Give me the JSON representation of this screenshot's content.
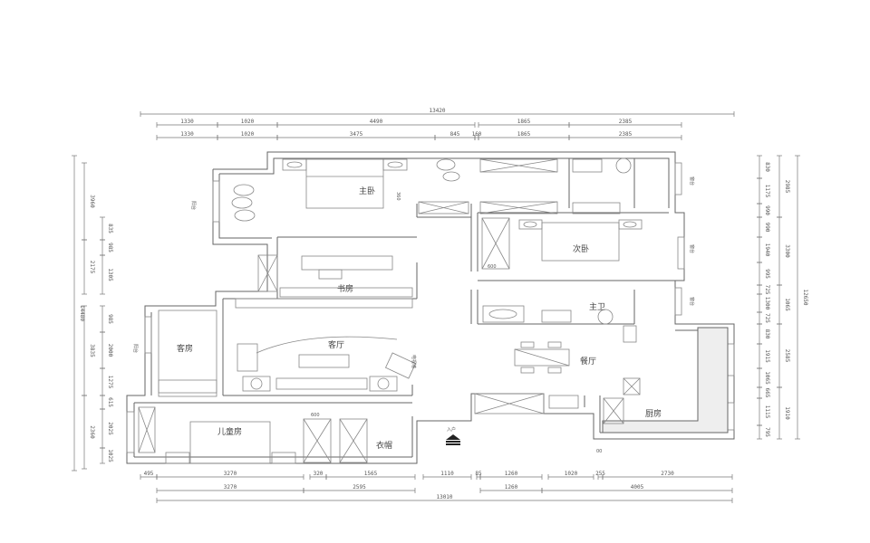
{
  "title": "平面布置图",
  "rooms": {
    "master_bedroom": "主卧",
    "study": "书房",
    "second_bedroom": "次卧",
    "bathroom": "主卫",
    "living_room": "客厅",
    "dining_room": "餐厅",
    "kitchen": "厨房",
    "west_room": "客房",
    "child_room": "儿童房",
    "cloakroom": "衣帽",
    "entrance": "入户",
    "balcony_left_1": "阳台",
    "balcony_left_2": "阳台",
    "balcony_right_1": "窗台",
    "balcony_right_2": "窗台",
    "balcony_right_3": "窗台",
    "tv_wall": "电视墙"
  },
  "small_labels": {
    "wardrobe_depth": "600",
    "closet_width": "600",
    "bed_note": "360",
    "hall_mark": "00"
  },
  "dimensions": {
    "top_total": "13420",
    "top_row1": [
      "1330",
      "1020",
      "4490",
      "1865",
      "2385"
    ],
    "top_row2": [
      "1330",
      "1020",
      "3475",
      "845",
      "160",
      "1865",
      "2385"
    ],
    "bottom_row1": [
      "495",
      "3270",
      "320",
      "1565",
      "1110",
      "85",
      "1260",
      "1020",
      "255",
      "2730"
    ],
    "bottom_row2": [
      "3270",
      "2595",
      "1260",
      "4005"
    ],
    "bottom_total": "13010",
    "left_total": "14480",
    "left_row1": [
      "3960",
      "2175",
      "3835",
      "2360"
    ],
    "left_row2": [
      "835",
      "985",
      "1305",
      "985",
      "2000",
      "1275",
      "615",
      "2025",
      "1025"
    ],
    "right_total": "12650",
    "right_row1": [
      "2985",
      "3300",
      "1065",
      "2585",
      "1910"
    ],
    "right_row2": [
      "830",
      "1175",
      "990",
      "990",
      "1940",
      "995",
      "725",
      "1300",
      "725",
      "830",
      "1915",
      "1065",
      "665",
      "1115",
      "795"
    ]
  }
}
